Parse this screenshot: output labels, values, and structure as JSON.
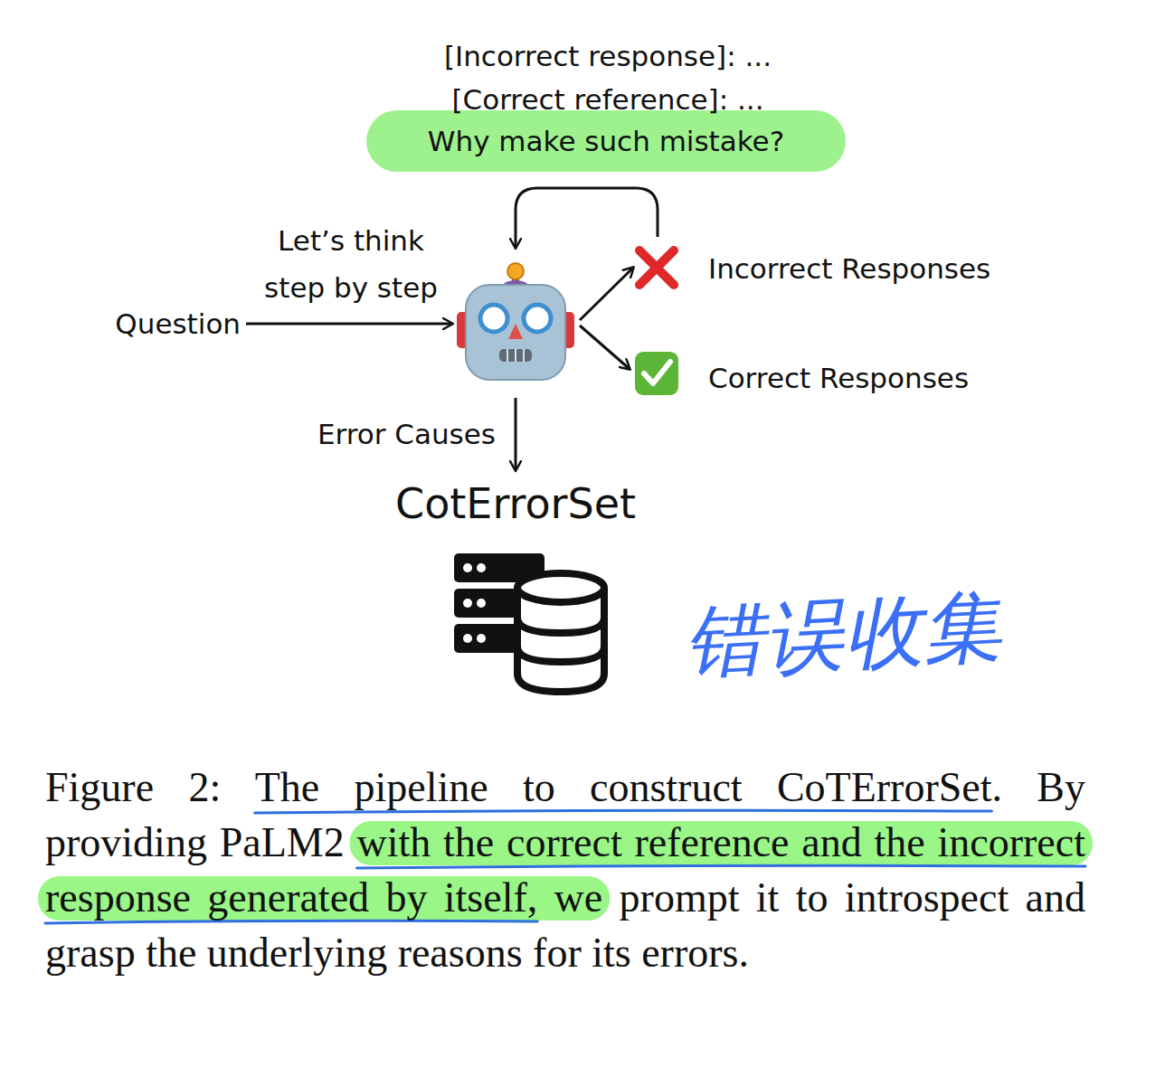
{
  "diagram": {
    "caption": "Figure 2: The pipeline to construct CoTErrorSet. By providing PaLM2 with the correct reference and the incorrect response generated by itself, we prompt it to introspect and grasp the underlying reasons for its errors.",
    "nodes": [
      {
        "text": [
          "Why make such mistake?"
        ]
      }
    ],
    "labels": [
      "[Incorrect response]: ...",
      "[Correct reference]: ...",
      "Let’s think step by step",
      "Question",
      "Incorrect Responses",
      "Correct Responses",
      "Error Causes",
      "CotErrorSet",
      "错误收集"
    ]
  }
}
